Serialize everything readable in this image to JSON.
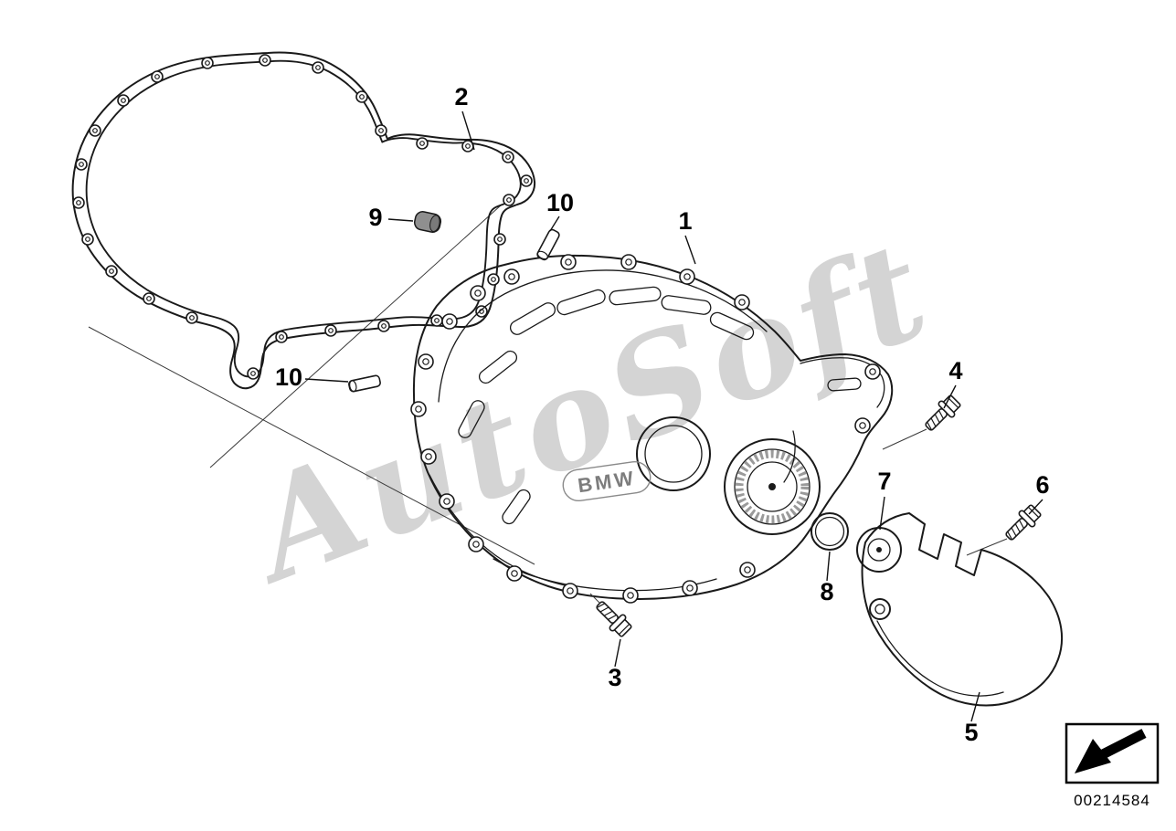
{
  "watermark": "AutoSoft",
  "brand_text": "BMW",
  "part_number": "00214584",
  "callouts": [
    {
      "label": "1"
    },
    {
      "label": "2"
    },
    {
      "label": "3"
    },
    {
      "label": "4"
    },
    {
      "label": "5"
    },
    {
      "label": "6"
    },
    {
      "label": "7"
    },
    {
      "label": "8"
    },
    {
      "label": "9"
    },
    {
      "label": "10"
    },
    {
      "label": "10"
    }
  ]
}
